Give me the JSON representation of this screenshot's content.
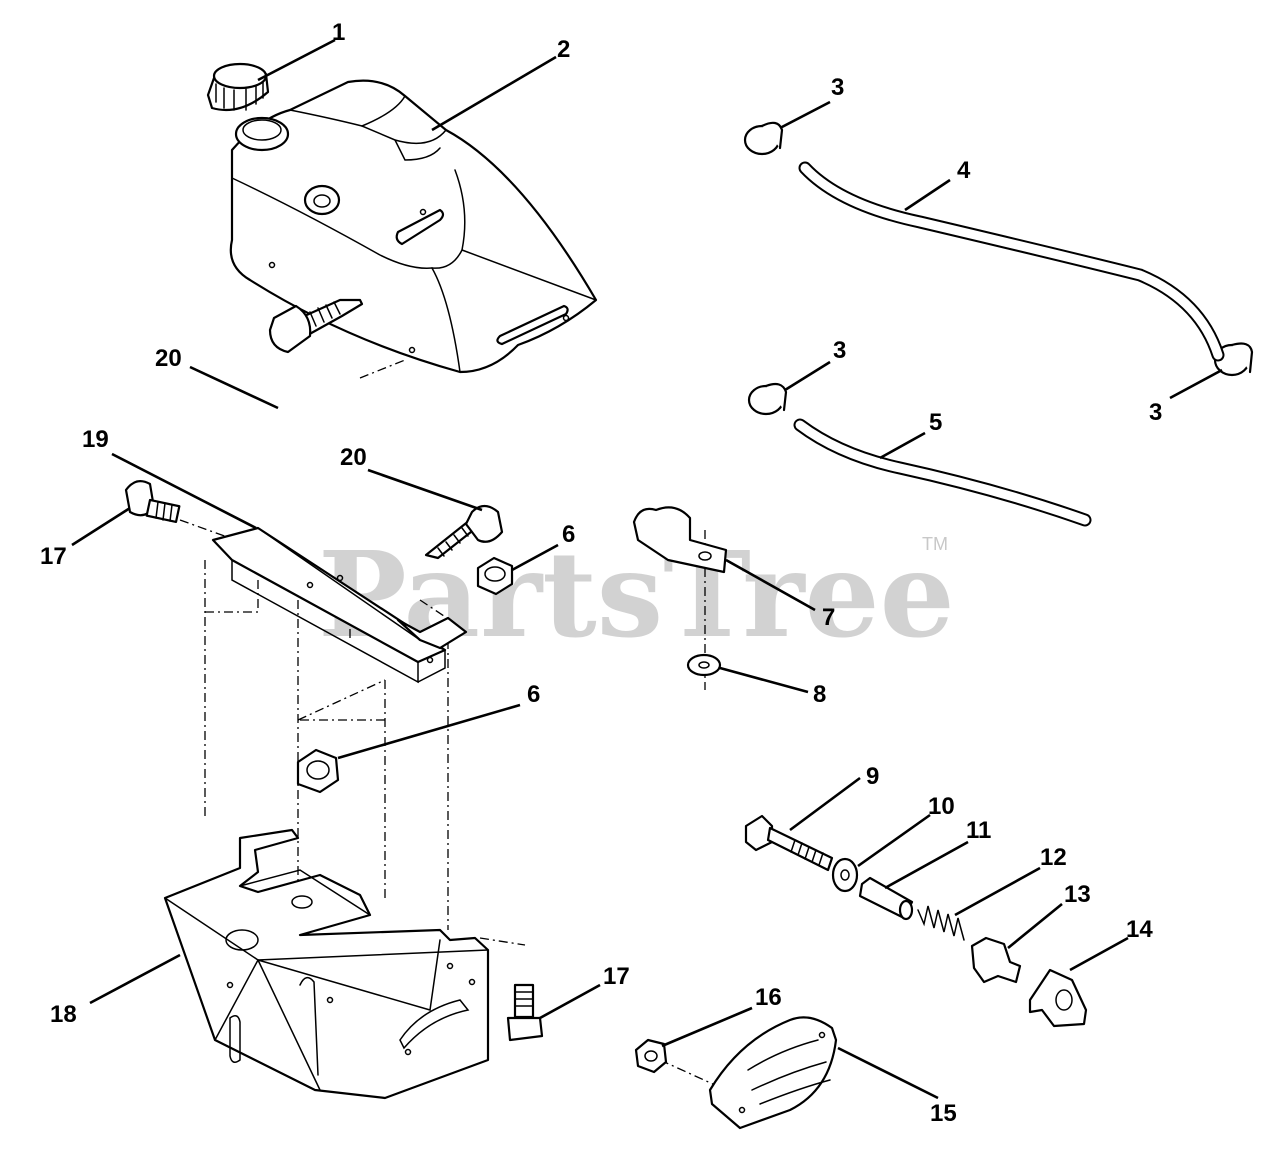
{
  "watermark": {
    "text": "PartsTree",
    "trademark": "TM"
  },
  "callouts": {
    "c1": "1",
    "c2": "2",
    "c3a": "3",
    "c3b": "3",
    "c3c": "3",
    "c4": "4",
    "c5": "5",
    "c6a": "6",
    "c6b": "6",
    "c7": "7",
    "c8": "8",
    "c9": "9",
    "c10": "10",
    "c11": "11",
    "c12": "12",
    "c13": "13",
    "c14": "14",
    "c15": "15",
    "c16": "16",
    "c17a": "17",
    "c17b": "17",
    "c18": "18",
    "c19": "19",
    "c20a": "20",
    "c20b": "20"
  }
}
